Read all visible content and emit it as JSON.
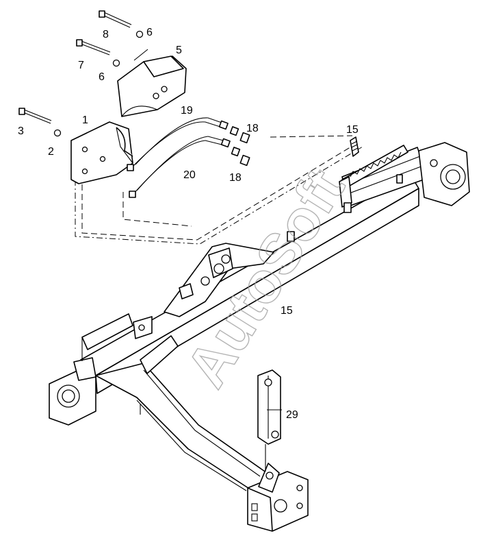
{
  "watermark": "AutoSoft",
  "callouts": {
    "c1": "1",
    "c2": "2",
    "c3": "3",
    "c5": "5",
    "c6a": "6",
    "c6b": "6",
    "c7": "7",
    "c8": "8",
    "c15a": "15",
    "c15b": "15",
    "c18a": "18",
    "c18b": "18",
    "c19": "19",
    "c20": "20",
    "c29": "29"
  }
}
